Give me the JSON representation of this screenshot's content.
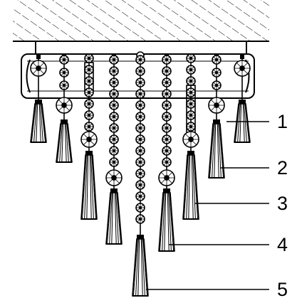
{
  "callouts": [
    {
      "number": "1",
      "target": "outer-tassel-strand"
    },
    {
      "number": "2",
      "target": "tassel-strand-2"
    },
    {
      "number": "3",
      "target": "tassel-strand-3"
    },
    {
      "number": "4",
      "target": "tassel-strand-4"
    },
    {
      "number": "5",
      "target": "center-tassel-strand"
    }
  ],
  "colors": {
    "line": "#000000",
    "background": "#ffffff"
  }
}
